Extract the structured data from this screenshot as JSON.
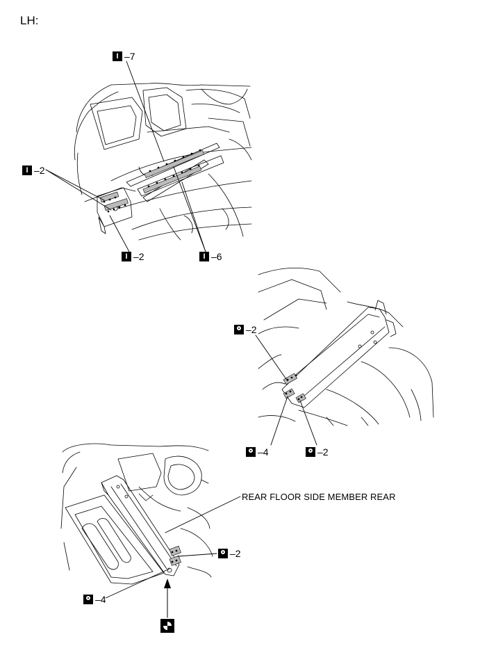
{
  "heading": "LH:",
  "callouts": {
    "top_7": "7",
    "top_2_left": "2",
    "top_2_bottom": "2",
    "top_6": "6",
    "mid_2_upper": "2",
    "mid_4": "4",
    "mid_2_lower": "2",
    "bot_2": "2",
    "bot_4": "4"
  },
  "part_name": "REAR FLOOR SIDE MEMBER REAR",
  "symbols": {
    "i_letter": "I",
    "callout_separator": "–"
  },
  "icons": {
    "type_i": "spot-weld-i-icon",
    "type_o": "spot-weld-o-icon",
    "view_arrow": "view-direction-icon"
  }
}
